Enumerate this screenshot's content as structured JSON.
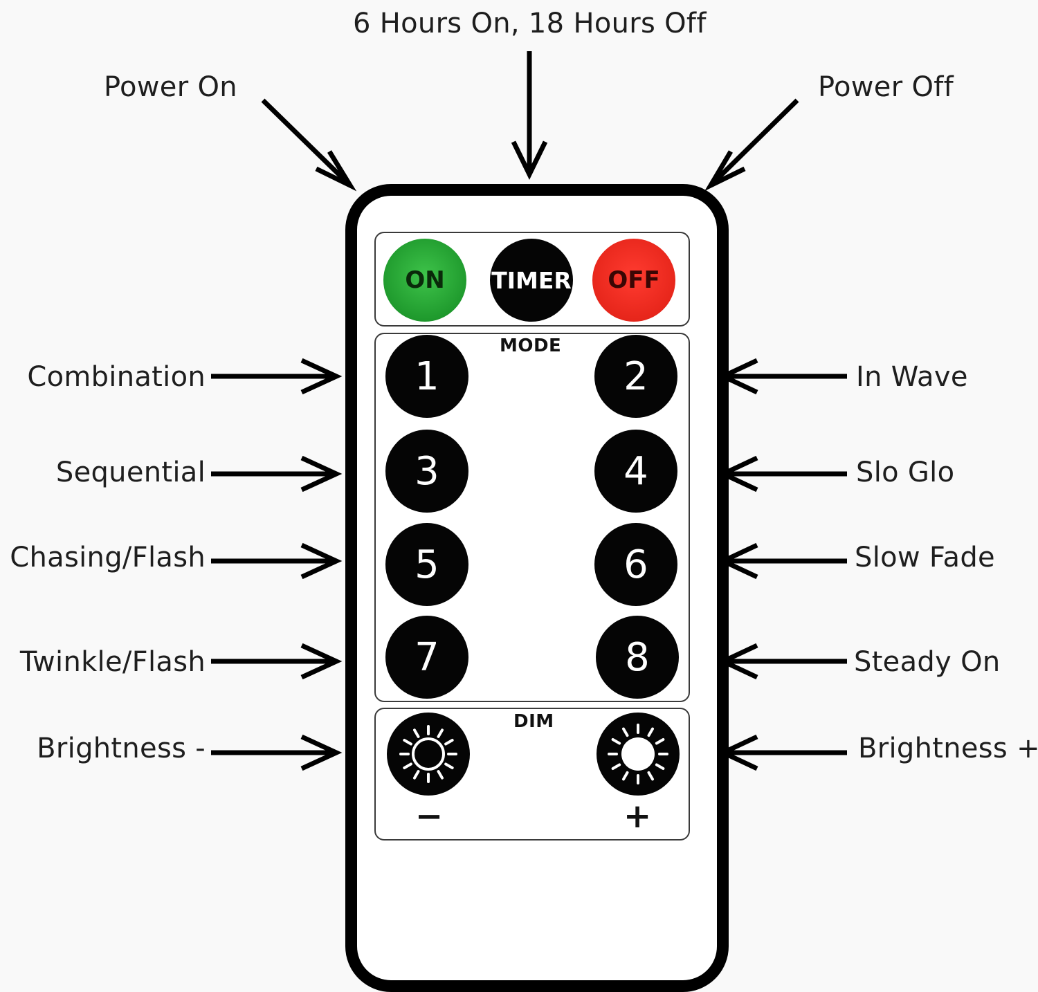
{
  "callouts": {
    "timer": "6 Hours On, 18 Hours Off",
    "power_on": "Power On",
    "power_off": "Power Off",
    "mode1": "Combination",
    "mode2": "In Wave",
    "mode3": "Sequential",
    "mode4": "Slo Glo",
    "mode5": "Chasing/Flash",
    "mode6": "Slow Fade",
    "mode7": "Twinkle/Flash",
    "mode8": "Steady On",
    "dim_minus": "Brightness -",
    "dim_plus": "Brightness +"
  },
  "remote": {
    "on_label": "ON",
    "timer_label": "TIMER",
    "off_label": "OFF",
    "mode_title": "MODE",
    "mode_buttons": [
      "1",
      "2",
      "3",
      "4",
      "5",
      "6",
      "7",
      "8"
    ],
    "dim_title": "DIM",
    "minus_sign": "−",
    "plus_sign": "+"
  },
  "icons": {
    "dim_minus": "sun-outline-icon",
    "dim_plus": "sun-filled-icon"
  },
  "colors": {
    "on_button": "#1f9a2d",
    "off_button": "#e7261b",
    "button_black": "#050505",
    "outline": "#000000"
  }
}
